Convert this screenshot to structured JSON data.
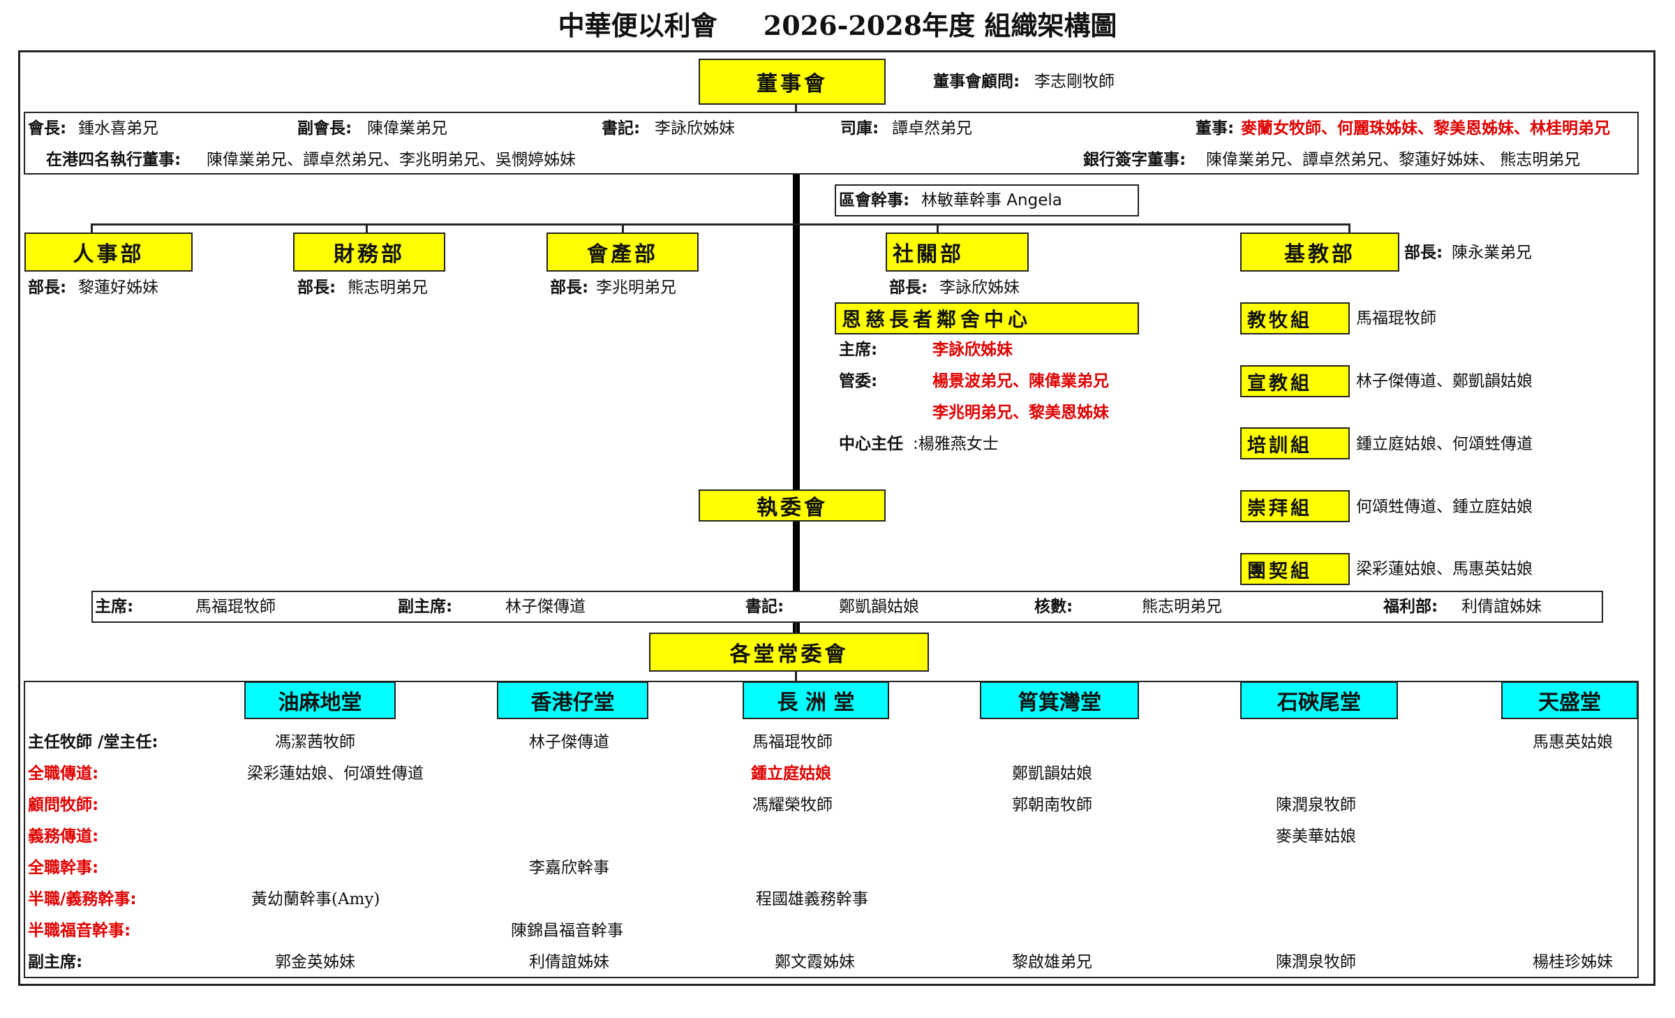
{
  "title": "中華便以利會     2026-2028年度 組織架構圖",
  "board": {
    "name": "董事會",
    "advisor_label": "董事會顧問:",
    "advisor": "李志剛牧師",
    "chair_label": "會長:",
    "chair": "鍾水喜弟兄",
    "vice_chair_label": "副會長:",
    "vice_chair": "陳偉業弟兄",
    "secretary_label": "書記:",
    "secretary": "李詠欣姊妹",
    "treasurer_label": "司庫:",
    "treasurer": "譚卓然弟兄",
    "directors_label": "董事:",
    "directors": "麥蘭女牧師、何麗珠姊妹、黎美恩姊妹、林桂明弟兄",
    "exec_label": "在港四名執行董事:",
    "exec": "陳偉業弟兄、譚卓然弟兄、李兆明弟兄、吳憫婷姊妹",
    "bank_label": "銀行簽字董事:",
    "bank": "陳偉業弟兄、譚卓然弟兄、黎蓮好姊妹、 熊志明弟兄"
  },
  "district_officer": {
    "label": "區會幹事:",
    "value": "林敏華幹事 Angela"
  },
  "departments": [
    {
      "name": "人事部",
      "head_label": "部長:",
      "head": "黎蓮好姊妹"
    },
    {
      "name": "財務部",
      "head_label": "部長:",
      "head": "熊志明弟兄"
    },
    {
      "name": "會產部",
      "head_label": "部長:",
      "head": "李兆明弟兄"
    },
    {
      "name": "社關部",
      "head_label": "部長:",
      "head": "李詠欣姊妹"
    },
    {
      "name": "基教部",
      "head_label": "部長:",
      "head": "陳永業弟兄"
    }
  ],
  "elderly_centre": {
    "name": "恩慈長者鄰舍中心",
    "chair_label": "主席:",
    "chair": "李詠欣姊妹",
    "committee_label": "管委:",
    "committee_1": "楊景波弟兄、陳偉業弟兄",
    "committee_2": "李兆明弟兄、黎美恩姊妹",
    "director_label": "中心主任",
    "director": ":楊雅燕女士"
  },
  "groups": [
    {
      "name": "教牧組",
      "members": "馬福琨牧師"
    },
    {
      "name": "宣教組",
      "members": "林子傑傳道、鄭凱韻姑娘"
    },
    {
      "name": "培訓組",
      "members": "鍾立庭姑娘、何頌甡傳道"
    },
    {
      "name": "崇拜組",
      "members": "何頌甡傳道、鍾立庭姑娘"
    },
    {
      "name": "團契組",
      "members": "梁彩蓮姑娘、馬惠英姑娘"
    }
  ],
  "exec_committee": {
    "name": "執委會",
    "chair_label": "主席:",
    "chair": "馬福琨牧師",
    "vice_label": "副主席:",
    "vice": "林子傑傳道",
    "secretary_label": "書記:",
    "secretary": "鄭凱韻姑娘",
    "auditor_label": "核數:",
    "auditor": "熊志明弟兄",
    "welfare_label": "福利部:",
    "welfare": "利倩誼姊妹"
  },
  "churches_committee": {
    "name": "各堂常委會"
  },
  "churches": [
    "油麻地堂",
    "香港仔堂",
    "長 洲 堂",
    "筲箕灣堂",
    "石硤尾堂",
    "天盛堂"
  ],
  "roles": [
    {
      "label": "主任牧師 /堂主任:",
      "values": [
        "馮潔茜牧師",
        "林子傑傳道",
        "馬福琨牧師",
        "",
        "",
        "馬惠英姑娘"
      ]
    },
    {
      "label": "全職傳道:",
      "values": [
        "梁彩蓮姑娘、何頌甡傳道",
        "",
        "鍾立庭姑娘",
        "鄭凱韻姑娘",
        "",
        ""
      ]
    },
    {
      "label": "顧問牧師:",
      "values": [
        "",
        "",
        "馮耀榮牧師",
        "郭朝南牧師",
        "陳潤泉牧師",
        ""
      ]
    },
    {
      "label": "義務傳道:",
      "values": [
        "",
        "",
        "",
        "",
        "麥美華姑娘",
        ""
      ]
    },
    {
      "label": "全職幹事:",
      "values": [
        "",
        "李嘉欣幹事",
        "",
        "",
        "",
        ""
      ]
    },
    {
      "label": "半職/義務幹事:",
      "values": [
        "黃幼蘭幹事(Amy)",
        "",
        "程國雄義務幹事",
        "",
        "",
        ""
      ]
    },
    {
      "label": "半職福音幹事:",
      "values": [
        "",
        "陳錦昌福音幹事",
        "",
        "",
        "",
        ""
      ]
    },
    {
      "label": "副主席:",
      "values": [
        "郭金英姊妹",
        "利倩誼姊妹",
        "鄭文霞姊妹",
        "黎啟雄弟兄",
        "陳潤泉牧師",
        "楊桂珍姊妹"
      ]
    }
  ],
  "colors": {
    "yellow": "#ffff00",
    "cyan": "#00ffff",
    "red": "#e00000"
  }
}
